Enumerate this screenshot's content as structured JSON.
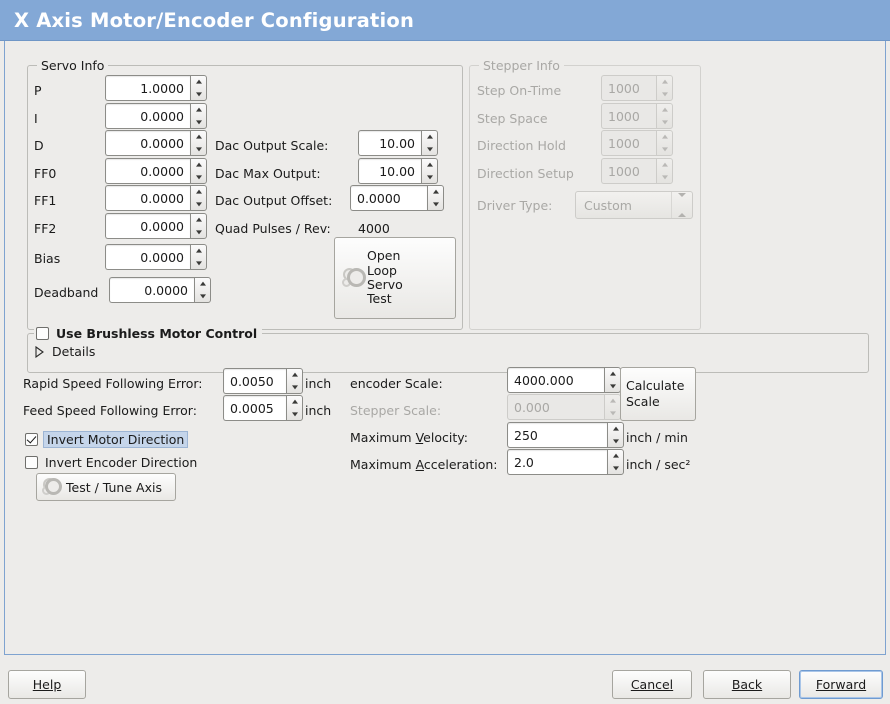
{
  "window": {
    "title": "X Axis Motor/Encoder Configuration",
    "header_bg": "#83a8d6",
    "bg": "#edecea",
    "focus_border": "#7fa3d0"
  },
  "servo_info": {
    "frame_title": "Servo Info",
    "rows": [
      {
        "label": "P",
        "value": "1.0000"
      },
      {
        "label": "I",
        "value": "0.0000"
      },
      {
        "label": "D",
        "value": "0.0000"
      },
      {
        "label": "FF0",
        "value": "0.0000"
      },
      {
        "label": "FF1",
        "value": "0.0000"
      },
      {
        "label": "FF2",
        "value": "0.0000"
      },
      {
        "label": "Bias",
        "value": "0.0000"
      },
      {
        "label": "Deadband",
        "value": "0.0000"
      }
    ],
    "dac": [
      {
        "label": "Dac Output Scale:",
        "value": "10.00"
      },
      {
        "label": "Dac Max Output:",
        "value": "10.00"
      },
      {
        "label": "Dac Output Offset:",
        "value": "0.0000"
      }
    ],
    "quad_pulses_label": "Quad Pulses / Rev:",
    "quad_pulses_value": "4000",
    "open_loop_button": "Open\nLoop\nServo\nTest",
    "open_loop_lines": [
      "Open",
      "Loop",
      "Servo",
      "Test"
    ]
  },
  "stepper_info": {
    "frame_title": "Stepper Info",
    "disabled": true,
    "rows": [
      {
        "label": "Step On-Time",
        "value": "1000"
      },
      {
        "label": "Step Space",
        "value": "1000"
      },
      {
        "label": "Direction Hold",
        "value": "1000"
      },
      {
        "label": "Direction Setup",
        "value": "1000"
      }
    ],
    "driver_type_label": "Driver Type:",
    "driver_type_value": "Custom"
  },
  "brushless": {
    "checkbox_label": "Use Brushless Motor Control",
    "checked": false,
    "details_label": "Details",
    "details_expanded": false
  },
  "errors": {
    "rapid_label": "Rapid Speed Following Error:",
    "rapid_value": "0.0050",
    "rapid_unit": "inch",
    "feed_label": "Feed Speed Following Error:",
    "feed_value": "0.0005",
    "feed_unit": "inch"
  },
  "invert": {
    "motor_label": "Invert Motor Direction",
    "motor_checked": true,
    "motor_focused": true,
    "encoder_label": "Invert Encoder Direction",
    "encoder_checked": false
  },
  "test_tune_button": "Test / Tune Axis",
  "scale": {
    "encoder_label": "encoder Scale:",
    "encoder_value": "4000.000",
    "stepper_label": "Stepper Scale:",
    "stepper_value": "0.000",
    "stepper_disabled": true,
    "calculate_lines": [
      "Calculate",
      "Scale"
    ],
    "max_velocity_label": "Maximum Velocity:",
    "max_velocity_mnemonic": "V",
    "max_velocity_value": "250",
    "max_velocity_unit": "inch / min",
    "max_accel_label": "Maximum Acceleration:",
    "max_accel_mnemonic": "A",
    "max_accel_value": "2.0",
    "max_accel_unit": "inch / sec²"
  },
  "footer": {
    "help": "Help",
    "help_mnemonic": "H",
    "cancel": "Cancel",
    "cancel_mnemonic": "C",
    "back": "Back",
    "back_mnemonic": "B",
    "forward": "Forward",
    "forward_mnemonic": "F",
    "forward_focused": true
  }
}
